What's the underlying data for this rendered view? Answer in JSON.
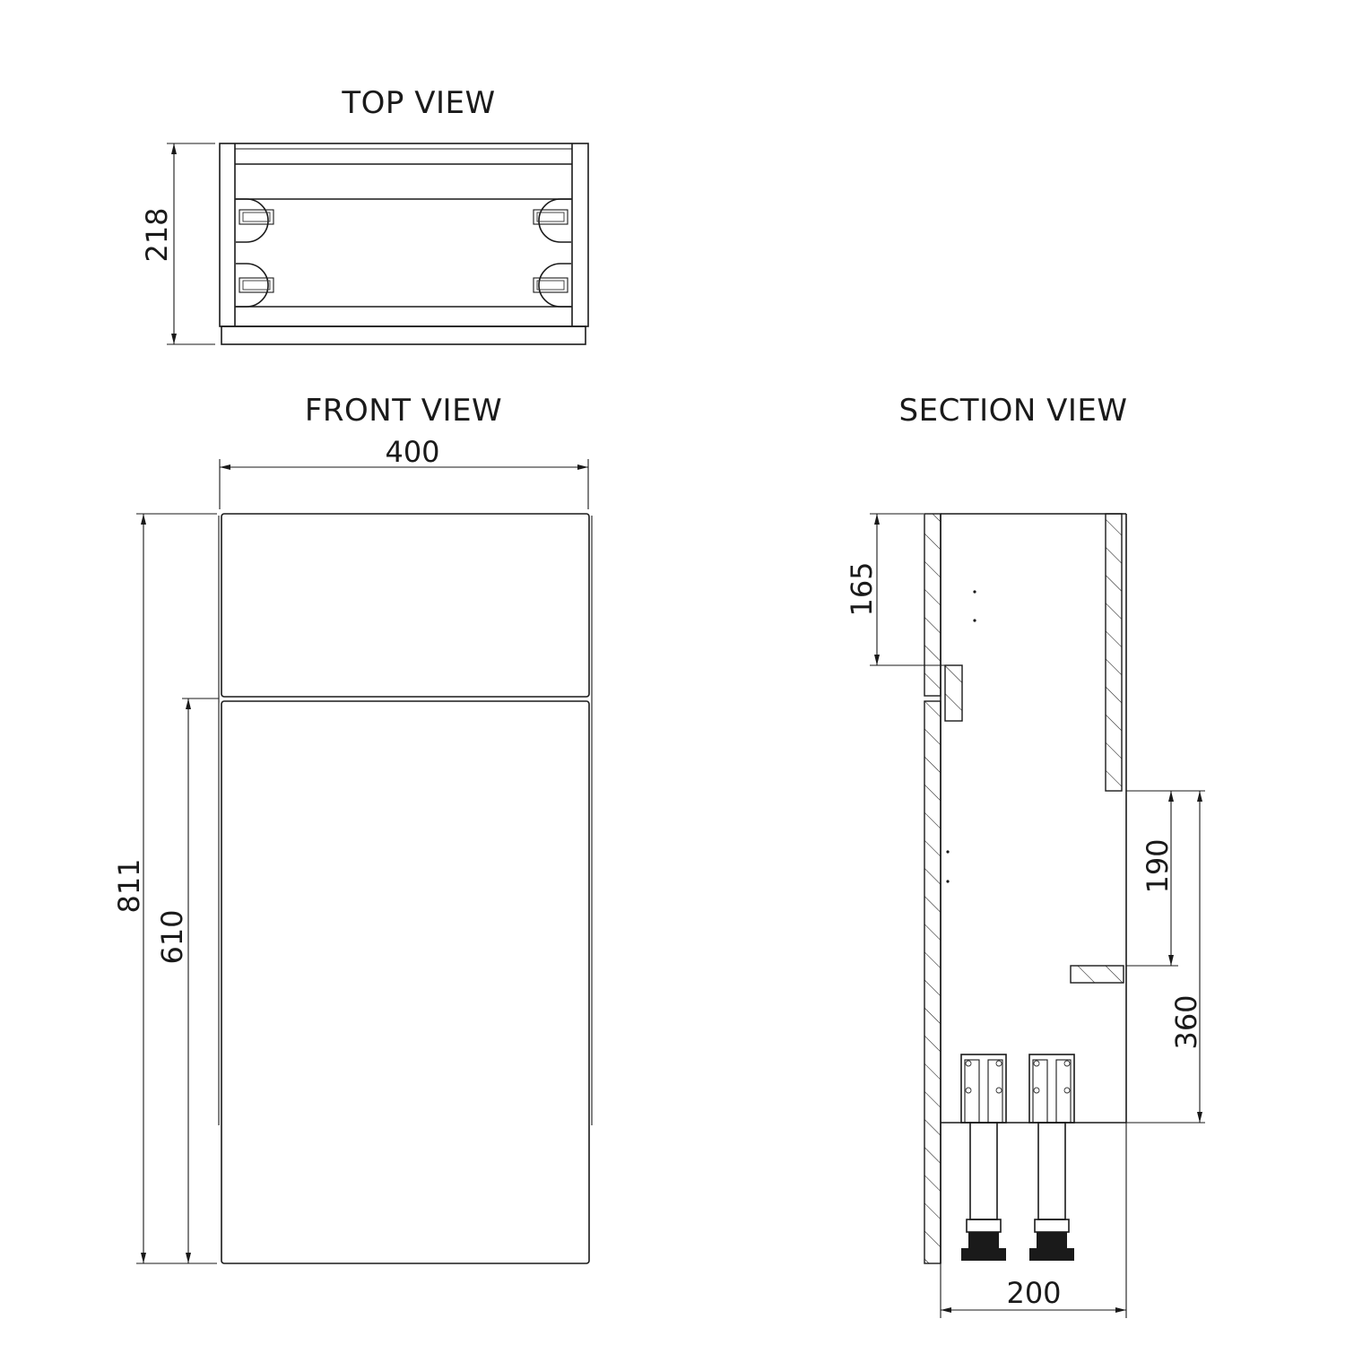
{
  "views": {
    "top": {
      "title": "TOP VIEW"
    },
    "front": {
      "title": "FRONT VIEW"
    },
    "section": {
      "title": "SECTION VIEW"
    }
  },
  "dimensions": {
    "top_depth": "218",
    "front_width": "400",
    "front_height": "811",
    "front_door": "610",
    "section_drawer": "165",
    "section_190": "190",
    "section_360": "360",
    "section_depth": "200"
  }
}
